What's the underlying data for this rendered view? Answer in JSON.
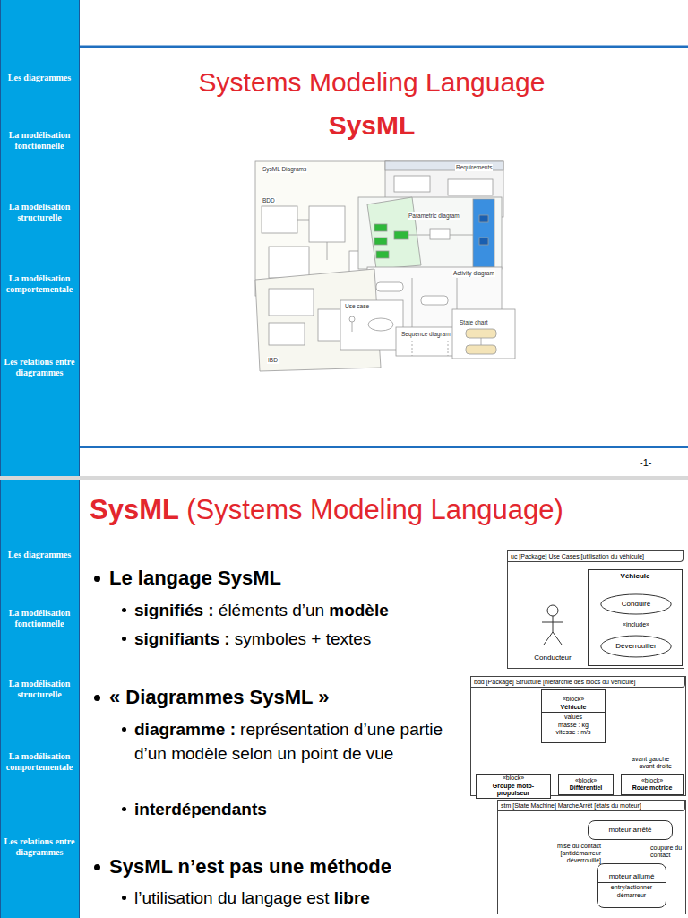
{
  "diagram": {
    "title": "Systems Modeling Language",
    "nodes": [
      {
        "text": [
          "uc [Package] Use Cases [utilisation du véhicule]"
        ]
      },
      {
        "text": [
          "Véhicule"
        ],
        "in": 0
      },
      {
        "text": [
          "Conduire"
        ],
        "in": 1
      },
      {
        "text": [
          "Déverrouiller"
        ],
        "in": 1
      },
      {
        "text": [
          "Conducteur"
        ],
        "in": 0
      },
      {
        "text": [
          "bdd [Package] Structure [hiérarchie des blocs du véhicule]"
        ]
      },
      {
        "text": [
          "«block»",
          "Véhicule",
          "values",
          "masse : kg",
          "vitesse : m/s"
        ],
        "in": 5
      },
      {
        "text": [
          "«block»",
          "Groupe moto-propulseur"
        ],
        "in": 5
      },
      {
        "text": [
          "«block»",
          "Différentiel"
        ],
        "in": 5
      },
      {
        "text": [
          "«block»",
          "Roue motrice"
        ],
        "in": 5
      },
      {
        "text": [
          "stm [State Machine] MarcheArrêt [états du moteur]"
        ]
      },
      {
        "text": [
          "moteur arrêté"
        ],
        "in": 10
      },
      {
        "text": [
          "moteur allumé",
          "entry/actionner démarreur"
        ],
        "in": 10
      }
    ],
    "edges": [
      {
        "from": 4,
        "to": 2,
        "arrow": "none"
      },
      {
        "from": 4,
        "to": 3,
        "arrow": "none"
      },
      {
        "from": 2,
        "to": 3,
        "arrow": "to",
        "label": "«include»"
      },
      {
        "from": 7,
        "to": 6,
        "arrow": "to"
      },
      {
        "from": 8,
        "to": 6,
        "arrow": "to"
      },
      {
        "from": 9,
        "to": 6,
        "arrow": "to",
        "label": "avant gauche"
      },
      {
        "from": 9,
        "to": 6,
        "arrow": "to",
        "label": "avant droite"
      },
      {
        "from": 11,
        "to": 12,
        "arrow": "to",
        "label": "mise du contact [antidémarreur déverrouillé]"
      },
      {
        "from": 12,
        "to": 11,
        "arrow": "to",
        "label": "coupure du contact"
      }
    ],
    "labels": [
      "Les diagrammes",
      "La modélisation fonctionnelle",
      "La modélisation structurelle",
      "La modélisation comportementale",
      "Les relations entre diagrammes",
      "Les diagrammes",
      "La modélisation fonctionnelle",
      "La modélisation structurelle",
      "La modélisation comportementale",
      "Les relations entre diagrammes",
      "SysML",
      "SysML Diagrams",
      "Requirements",
      "BDD",
      "Parametric diagram",
      "Activity diagram",
      "Use case",
      "IBD",
      "Sequence diagram",
      "State chart",
      "-1-",
      "SysML",
      "(Systems Modeling Language)",
      "Le langage SysML",
      "signifiés :",
      "éléments d’un",
      "modèle",
      "signifiants :",
      "symboles + textes",
      "« Diagrammes SysML »",
      "diagramme :",
      "représentation d’une partie d’un modèle selon un point de vue",
      "interdépendants",
      "SysML n’est pas une méthode",
      "l’utilisation du langage est",
      "libre"
    ]
  }
}
